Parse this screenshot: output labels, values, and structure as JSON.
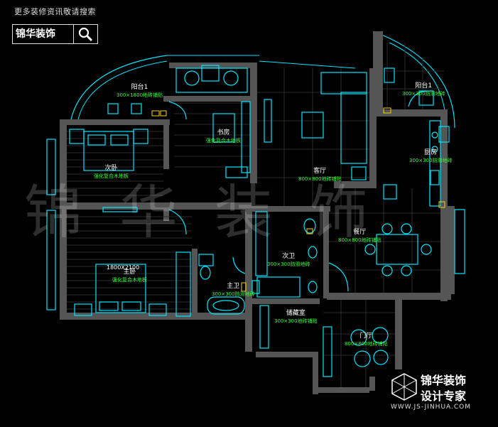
{
  "header": {
    "title": "更多装修资讯敬请搜索",
    "search_label": "锦华装饰"
  },
  "watermark": "锦华装饰",
  "brand": {
    "line1": "锦华装饰",
    "line2": "设计专家",
    "url": "WWW.JS-JINHUA.COM"
  },
  "rooms": [
    {
      "name": "阳台1",
      "note": "300×1800地砖铺贴"
    },
    {
      "name": "阳台1",
      "note": "300×300防滑地砖"
    },
    {
      "name": "书房",
      "note": "强化复合木地板"
    },
    {
      "name": "次卧",
      "note": "强化复合木地板"
    },
    {
      "name": "客厅",
      "note": "800×800地砖铺贴"
    },
    {
      "name": "厨房",
      "note": "300×300防滑地砖"
    },
    {
      "name": "餐厅",
      "note": "800×800地砖铺贴"
    },
    {
      "name": "主卧",
      "note": "强化复合木地板"
    },
    {
      "name": "次卫",
      "note": "300×300防滑地砖"
    },
    {
      "name": "主卫",
      "note": "300×300防滑地砖"
    },
    {
      "name": "储藏室",
      "note": "300×300地砖铺贴"
    },
    {
      "name": "门厅",
      "note": "800×800地砖铺贴"
    }
  ],
  "labels": {
    "master_bed_size": "1800X2100"
  },
  "colors": {
    "wall": "#555555",
    "outline": "#00e5ff",
    "furniture": "#3399ff",
    "label": "#ffffff",
    "note": "#33ff33",
    "accent": "#ffd400"
  }
}
